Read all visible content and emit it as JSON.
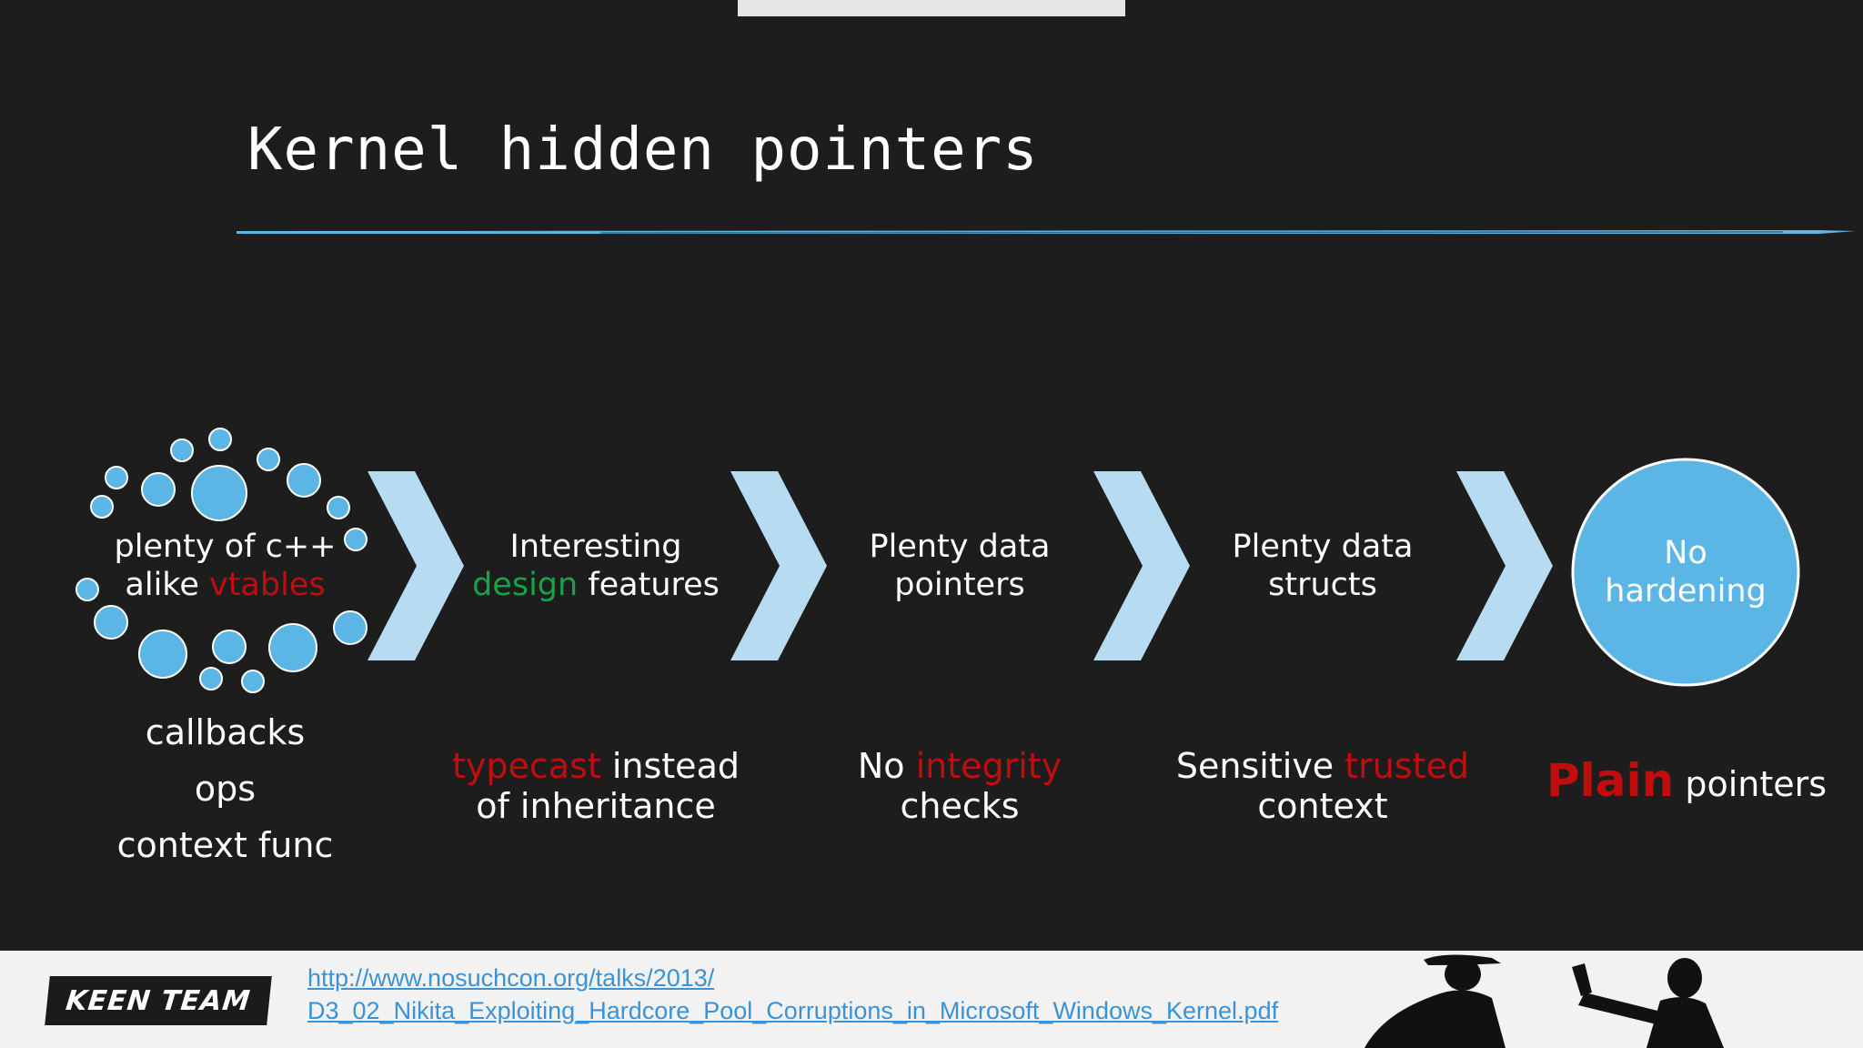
{
  "slide": {
    "title": "Kernel hidden pointers"
  },
  "stages": [
    {
      "line1": "plenty of c++",
      "line2_pre": "alike ",
      "line2_highlight": "vtables",
      "sub": [
        "callbacks",
        "ops",
        "context func"
      ]
    },
    {
      "line1": "Interesting",
      "line2_highlight": "design",
      "line2_post": " features",
      "sub_highlight": "typecast",
      "sub_post": " instead",
      "sub_line2": "of inheritance"
    },
    {
      "line1": "Plenty data",
      "line2": "pointers",
      "sub_pre": "No ",
      "sub_highlight": "integrity",
      "sub_line2": "checks"
    },
    {
      "line1": "Plenty data",
      "line2": "structs",
      "sub_pre": "Sensitive ",
      "sub_highlight": "trusted",
      "sub_line2": "context"
    },
    {
      "line1": "No",
      "line2": "hardening",
      "sub_highlight": "Plain",
      "sub_post": " pointers"
    }
  ],
  "footer": {
    "logo_text": "KEEN TEAM",
    "link_line1": "http://www.nosuchcon.org/talks/2013/",
    "link_line2": "D3_02_Nikita_Exploiting_Hardcore_Pool_Corruptions_in_Microsoft_Windows_Kernel.pdf"
  },
  "colors": {
    "background": "#1d1d1e",
    "accent_blue": "#5bb6e6",
    "chevron_blue": "#b7dcf2",
    "highlight_red": "#c00d0d",
    "highlight_green": "#16a34a",
    "link_blue": "#3b93d6"
  }
}
